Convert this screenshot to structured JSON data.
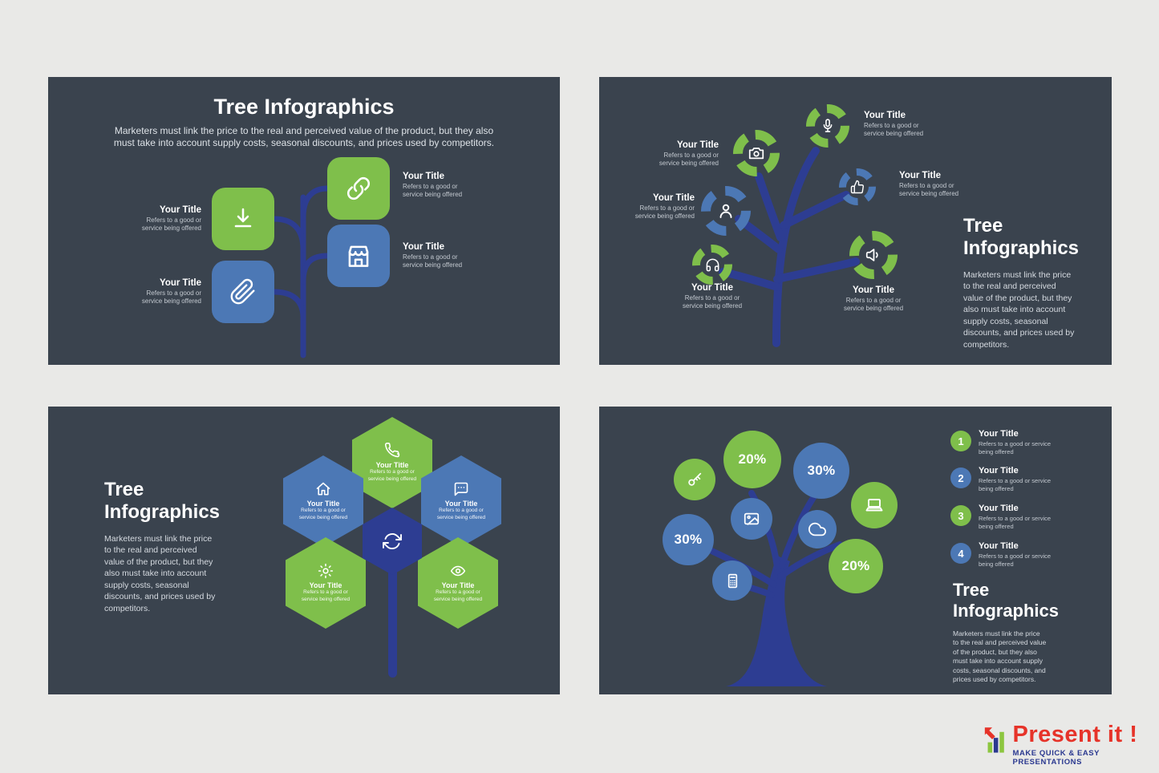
{
  "branding": {
    "name": "Present it !",
    "tagline": "MAKE QUICK & EASY PRESENTATIONS",
    "brand_red": "#e63329",
    "brand_blue": "#2b3990",
    "brand_green": "#8cc63f"
  },
  "colors": {
    "slide_background": "#3a434e",
    "green": "#7fbf4b",
    "blue": "#4c78b5",
    "navy_tree": "#2d3d92",
    "page_background": "#e9e9e7"
  },
  "slide1": {
    "title": "Tree Infographics",
    "subtitle": "Marketers must link the price to the real and perceived value of the product, but they also must take into account supply costs, seasonal discounts, and prices used by competitors.",
    "items": [
      {
        "icon": "download-icon",
        "title": "Your Title",
        "desc": "Refers to a good or service being offered"
      },
      {
        "icon": "link-icon",
        "title": "Your Title",
        "desc": "Refers to a good or service being offered"
      },
      {
        "icon": "store-icon",
        "title": "Your Title",
        "desc": "Refers to a good or service being offered"
      },
      {
        "icon": "paperclip-icon",
        "title": "Your Title",
        "desc": "Refers to a good or service being offered"
      }
    ]
  },
  "slide2": {
    "title": "Tree Infographics",
    "body": "Marketers must link the price to the real and perceived value of the product, but they also must take into account supply costs, seasonal discounts, and prices used by competitors.",
    "items": [
      {
        "icon": "microphone-icon",
        "title": "Your Title",
        "desc": "Refers to a good or service being offered"
      },
      {
        "icon": "camera-icon",
        "title": "Your Title",
        "desc": "Refers to a good or service being offered"
      },
      {
        "icon": "thumbs-up-icon",
        "title": "Your Title",
        "desc": "Refers to a good or service being offered"
      },
      {
        "icon": "person-icon",
        "title": "Your Title",
        "desc": "Refers to a good or service being offered"
      },
      {
        "icon": "headphones-icon",
        "title": "Your Title",
        "desc": "Refers to a good or service being offered"
      },
      {
        "icon": "megaphone-icon",
        "title": "Your Title",
        "desc": "Refers to a good or service being offered"
      }
    ]
  },
  "slide3": {
    "title": "Tree Infographics",
    "body": "Marketers must link the price to the real and perceived value of the product, but they also must take into account supply costs, seasonal discounts, and prices used by competitors.",
    "hexagons": [
      {
        "icon": "phone-icon",
        "title": "Your Title",
        "desc": "Refers to a good or service being offered"
      },
      {
        "icon": "home-icon",
        "title": "Your Title",
        "desc": "Refers to a good or service being offered"
      },
      {
        "icon": "chat-icon",
        "title": "Your Title",
        "desc": "Refers to a good or service being offered"
      },
      {
        "icon": "sun-icon",
        "title": "Your Title",
        "desc": "Refers to a good or service being offered"
      },
      {
        "icon": "eye-icon",
        "title": "Your Title",
        "desc": "Refers to a good or service being offered"
      }
    ],
    "center_icon": "refresh-icon"
  },
  "slide4": {
    "title": "Tree Infographics",
    "body": "Marketers must link the price to the real and perceived value of the product, but they also must take into account supply costs, seasonal discounts, and prices used by competitors.",
    "percents": [
      {
        "value": "20%",
        "color": "green"
      },
      {
        "value": "30%",
        "color": "blue"
      },
      {
        "value": "30%",
        "color": "blue"
      },
      {
        "value": "20%",
        "color": "green"
      }
    ],
    "icon_circles": [
      "key-icon",
      "image-icon",
      "laptop-icon",
      "cloud-icon",
      "calculator-icon"
    ],
    "list": [
      {
        "number": "1",
        "title": "Your Title",
        "desc": "Refers to a good or service being offered"
      },
      {
        "number": "2",
        "title": "Your Title",
        "desc": "Refers to a good or service being offered"
      },
      {
        "number": "3",
        "title": "Your Title",
        "desc": "Refers to a good or service being offered"
      },
      {
        "number": "4",
        "title": "Your Title",
        "desc": "Refers to a good or service being offered"
      }
    ]
  }
}
